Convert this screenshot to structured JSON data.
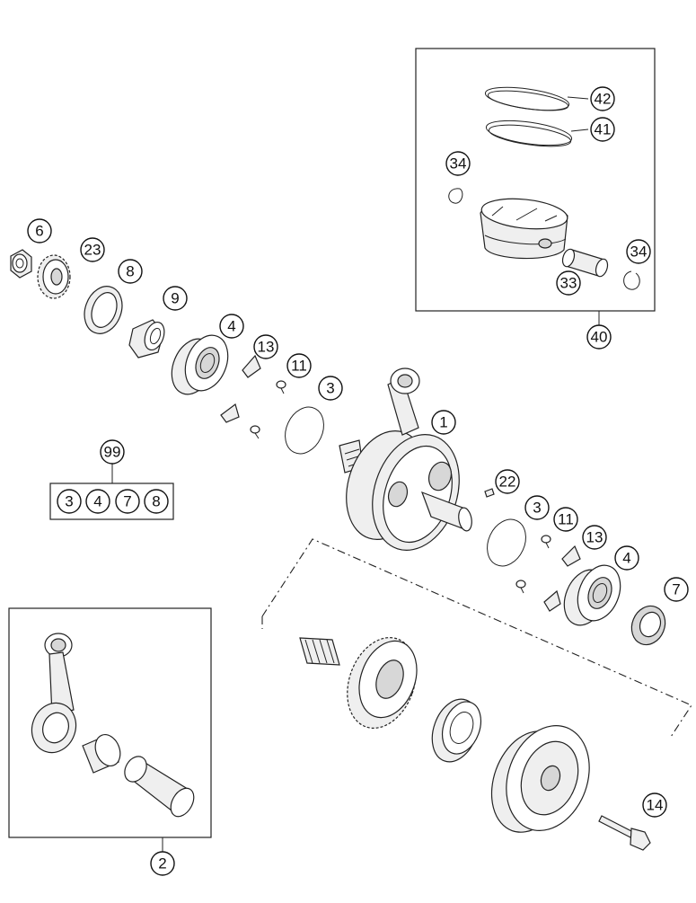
{
  "callouts": {
    "c1": "1",
    "c2": "2",
    "c3a": "3",
    "c3b": "3",
    "c4a": "4",
    "c4b": "4",
    "c6": "6",
    "c7": "7",
    "c8": "8",
    "c9": "9",
    "c11a": "11",
    "c11b": "11",
    "c13a": "13",
    "c13b": "13",
    "c14": "14",
    "c22": "22",
    "c23": "23",
    "c33": "33",
    "c34a": "34",
    "c34b": "34",
    "c40": "40",
    "c41": "41",
    "c42": "42",
    "c99": "99"
  },
  "kit_99": [
    "3",
    "4",
    "7",
    "8"
  ]
}
